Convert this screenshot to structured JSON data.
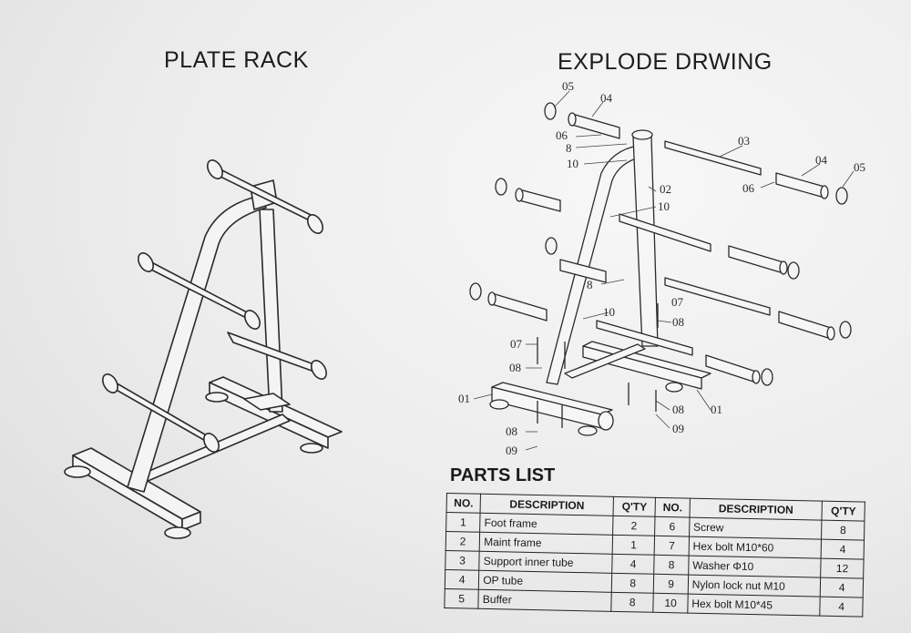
{
  "titles": {
    "left": "PLATE RACK",
    "right": "EXPLODE DRWING",
    "parts_list": "PARTS LIST"
  },
  "callouts": {
    "c05": "05",
    "c04": "04",
    "c06": "06",
    "c8": "8",
    "c10": "10",
    "c03": "03",
    "c02": "02",
    "c07": "07",
    "c08": "08",
    "c01": "01",
    "c09": "09"
  },
  "table": {
    "headers": [
      "NO.",
      "DESCRIPTION",
      "Q'TY",
      "NO.",
      "DESCRIPTION",
      "Q'TY"
    ],
    "rows": [
      {
        "no1": "1",
        "desc1": "Foot frame",
        "qty1": "2",
        "no2": "6",
        "desc2": "Screw",
        "qty2": "8"
      },
      {
        "no1": "2",
        "desc1": "Maint frame",
        "qty1": "1",
        "no2": "7",
        "desc2": "Hex bolt M10*60",
        "qty2": "4"
      },
      {
        "no1": "3",
        "desc1": "Support inner tube",
        "qty1": "4",
        "no2": "8",
        "desc2": "Washer Φ10",
        "qty2": "12"
      },
      {
        "no1": "4",
        "desc1": "OP tube",
        "qty1": "8",
        "no2": "9",
        "desc2": "Nylon lock nut M10",
        "qty2": "4"
      },
      {
        "no1": "5",
        "desc1": "Buffer",
        "qty1": "8",
        "no2": "10",
        "desc2": "Hex bolt M10*45",
        "qty2": "4"
      }
    ]
  }
}
